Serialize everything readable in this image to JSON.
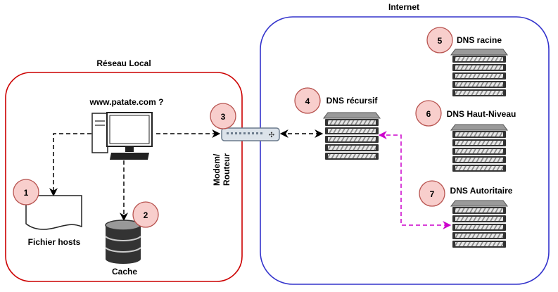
{
  "groups": {
    "local": {
      "title": "Réseau Local",
      "border_color": "#cc0000"
    },
    "internet": {
      "title": "Internet",
      "border_color": "#3333cc"
    }
  },
  "labels": {
    "query": "www.patate.com ?",
    "hosts": "Fichier hosts",
    "cache": "Cache",
    "router_line1": "Modem/",
    "router_line2": "Routeur",
    "dns_recursive": "DNS récursif",
    "dns_root": "DNS racine",
    "dns_tld": "DNS Haut-Niveau",
    "dns_auth": "DNS Autoritaire"
  },
  "badges": [
    "1",
    "2",
    "3",
    "4",
    "5",
    "6",
    "7"
  ],
  "colors": {
    "badge_fill": "#f8cecc",
    "badge_stroke": "#b85450",
    "dashed_black": "#000000",
    "dashed_magenta": "#cc00cc",
    "server_dark": "#2b2b2b",
    "server_light": "#f2f2f2"
  },
  "icons": [
    "desktop-computer-icon",
    "document-icon",
    "database-icon",
    "router-icon",
    "server-icon"
  ]
}
